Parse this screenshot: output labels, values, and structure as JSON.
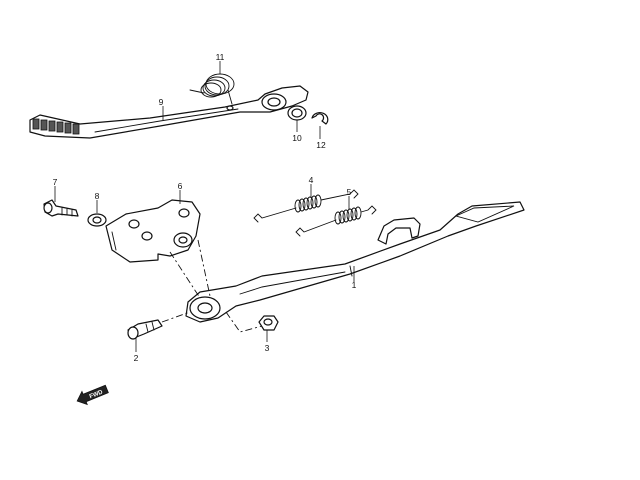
{
  "diagram": {
    "labels": {
      "p1": "1",
      "p2": "2",
      "p3": "3",
      "p4": "4",
      "p5": "5",
      "p6": "6",
      "p7": "7",
      "p8": "8",
      "p9": "9",
      "p10": "10",
      "p11": "11",
      "p12": "12"
    },
    "fwd_label": "FWD"
  }
}
